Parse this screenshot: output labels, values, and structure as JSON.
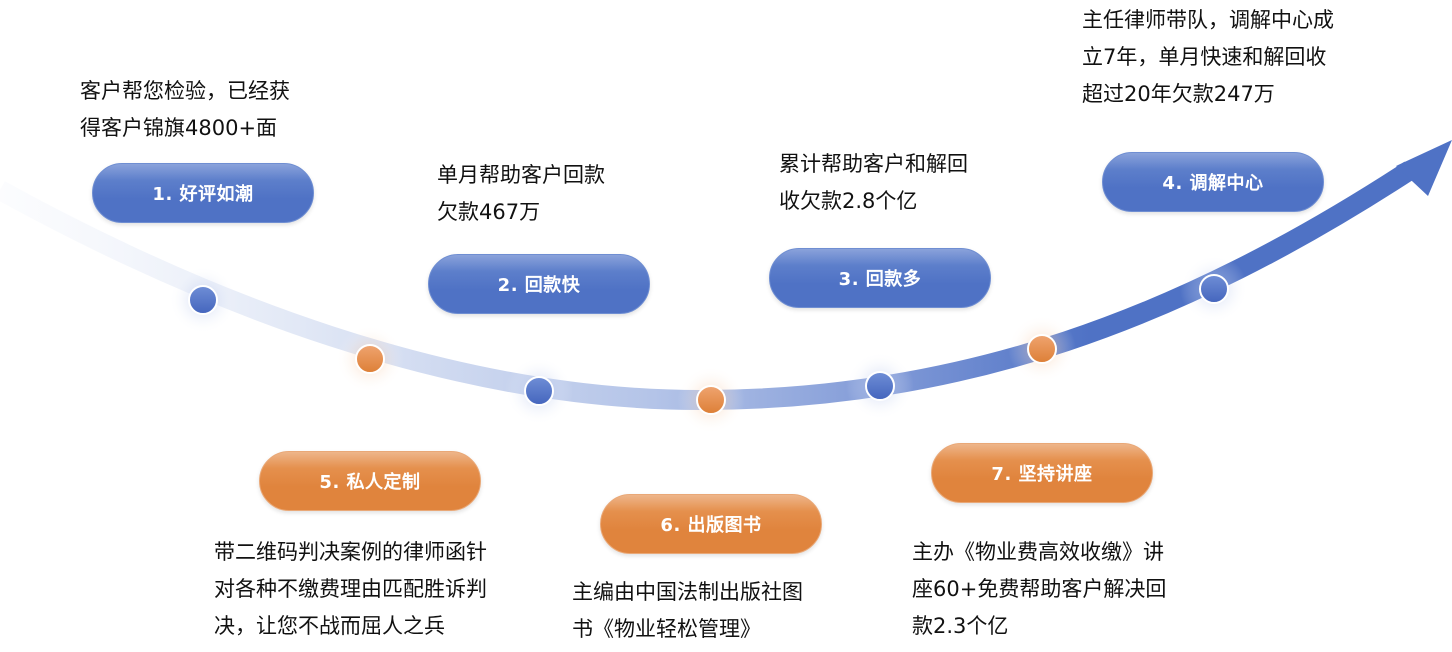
{
  "colors": {
    "blue": "#4f72c5",
    "orange": "#e0843d",
    "arrow": "#4f72c5",
    "text": "#111111"
  },
  "items": [
    {
      "label": "1. 好评如潮",
      "color": "blue",
      "description": [
        "客户帮您检验，已经获",
        "得客户锦旗4800+面"
      ]
    },
    {
      "label": "2. 回款快",
      "color": "blue",
      "description": [
        "单月帮助客户回款",
        "欠款467万"
      ]
    },
    {
      "label": "3. 回款多",
      "color": "blue",
      "description": [
        "累计帮助客户和解回",
        "收欠款2.8个亿"
      ]
    },
    {
      "label": "4. 调解中心",
      "color": "blue",
      "description": [
        "主任律师带队，调解中心成",
        "立7年，单月快速和解回收",
        "超过20年欠款247万"
      ]
    },
    {
      "label": "5. 私人定制",
      "color": "orange",
      "description": [
        "带二维码判决案例的律师函针",
        "对各种不缴费理由匹配胜诉判",
        "决，让您不战而屈人之兵"
      ]
    },
    {
      "label": "6. 出版图书",
      "color": "orange",
      "description": [
        "主编由中国法制出版社图",
        "书《物业轻松管理》"
      ]
    },
    {
      "label": "7. 坚持讲座",
      "color": "orange",
      "description": [
        "主办《物业费高效收缴》讲",
        "座60+免费帮助客户解决回",
        "款2.3个亿"
      ]
    }
  ],
  "milestones": [
    "blue",
    "orange",
    "blue",
    "orange",
    "blue",
    "orange",
    "blue"
  ],
  "arrow_icon": "trend-arrow-up-right"
}
